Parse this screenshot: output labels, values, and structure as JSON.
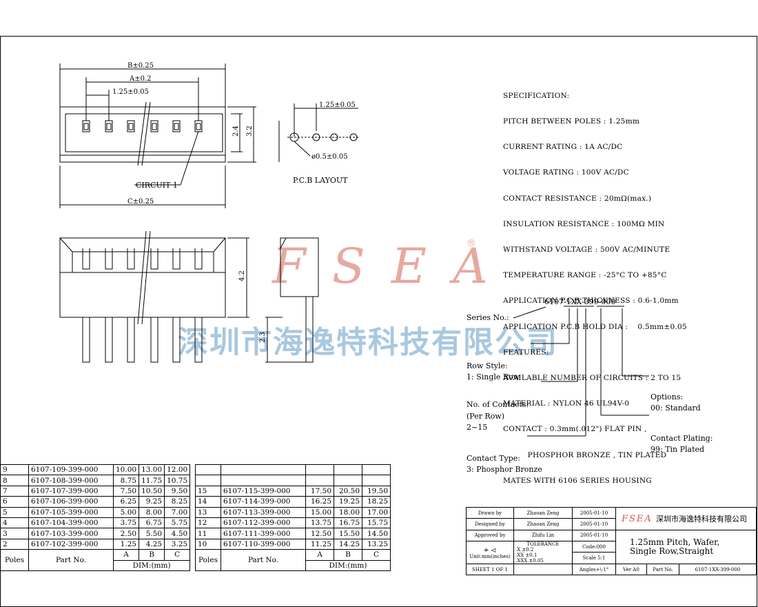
{
  "brand": {
    "logo_text": "F S E A",
    "registered": "®",
    "watermark_cn": "深圳市海逸特科技有限公司",
    "accent_red": "#e8a8a0",
    "accent_blue": "#a8c8e0"
  },
  "drawing": {
    "top_view": {
      "dim_b": "B±0.25",
      "dim_a": "A±0.2",
      "dim_pitch": "1.25±0.05",
      "dim_c": "C±0.25",
      "dim_24": "2.4",
      "dim_32": "3.2",
      "circuit_label": "CIRCUIT 1"
    },
    "pcb": {
      "pitch": "1.25±0.05",
      "hole": "ø0.5±0.05",
      "label": "P.C.B LAYOUT"
    },
    "front_view": {
      "dim_42": "4.2",
      "dim_23": "2.3"
    }
  },
  "specification": [
    "SPECIFICATION:",
    "PITCH BETWEEN POLES : 1.25mm",
    "CURRENT RATING : 1A AC/DC",
    "VOLTAGE RATING : 100V AC/DC",
    "CONTACT RESISTANCE : 20mΩ(max.)",
    "INSULATION RESISTANCE : 100MΩ MIN",
    "WITHSTAND VOLTAGE : 500V AC/MINUTE",
    "TEMPERATURE RANGE : -25°C TO +85°C",
    "APPLICATION P.C.B THICKNESS : 0.6-1.0mm",
    "APPLICATION P.C.B HOLD DIA :    0.5mm±0.05",
    "FEATURES:",
    "AVAILABLE NUMBER OF CIRCUITS : 2 TO 15",
    "MATERIAL : NYLON 46 UL94V-0",
    "CONTACT : 0.3mm(.012\") FLAT PIN ,",
    "          PHOSPHOR BRONZE , TIN PLATED",
    "MATES WITH 6106 SERIES HOUSING"
  ],
  "part_number": {
    "code": "6107-1XX-399-000",
    "series_label": "Series No.:",
    "row_style": [
      "Row Style:",
      "1: Single Row"
    ],
    "contacts": [
      "No. of Contacts:",
      "(Per Row)",
      "2~15"
    ],
    "contact_type": [
      "Contact Type:",
      "3: Phosphor Bronze"
    ],
    "options": [
      "Options:",
      "00: Standard"
    ],
    "plating": [
      "Contact Plating:",
      "99: Tin Plated"
    ]
  },
  "table_left": {
    "rows": [
      [
        "9",
        "6107-109-399-000",
        "10.00",
        "13.00",
        "12.00"
      ],
      [
        "8",
        "6107-108-399-000",
        "8.75",
        "11.75",
        "10.75"
      ],
      [
        "7",
        "6107-107-399-000",
        "7.50",
        "10.50",
        "9.50"
      ],
      [
        "6",
        "6107-106-399-000",
        "6.25",
        "9.25",
        "8.25"
      ],
      [
        "5",
        "6107-105-399-000",
        "5.00",
        "8.00",
        "7.00"
      ],
      [
        "4",
        "6107-104-399-000",
        "3.75",
        "6.75",
        "5.75"
      ],
      [
        "3",
        "6107-103-399-000",
        "2.50",
        "5.50",
        "4.50"
      ],
      [
        "2",
        "6107-102-399-000",
        "1.25",
        "4.25",
        "3.25"
      ]
    ],
    "header": {
      "poles": "Poles",
      "part": "Part No.",
      "a": "A",
      "b": "B",
      "c": "C",
      "dim": "DIM:(mm)"
    }
  },
  "table_right": {
    "rows": [
      [
        "15",
        "6107-115-399-000",
        "17.50",
        "20.50",
        "19.50"
      ],
      [
        "14",
        "6107-114-399-000",
        "16.25",
        "19.25",
        "18.25"
      ],
      [
        "13",
        "6107-113-399-000",
        "15.00",
        "18.00",
        "17.00"
      ],
      [
        "12",
        "6107-112-399-000",
        "13.75",
        "16.75",
        "15.75"
      ],
      [
        "11",
        "6107-111-399-000",
        "12.50",
        "15.50",
        "14.50"
      ],
      [
        "10",
        "6107-110-399-000",
        "11.25",
        "14.25",
        "13.25"
      ]
    ],
    "header": {
      "poles": "Poles",
      "part": "Part No.",
      "a": "A",
      "b": "B",
      "c": "C",
      "dim": "DIM:(mm)"
    }
  },
  "title_block": {
    "drawn_label": "Drawn  by",
    "drawn_name": "Zhaoan Zeng",
    "drawn_date": "2005-01-10",
    "designed_label": "Designed by",
    "designed_name": "Zhaoan Zeng",
    "designed_date": "2005-01-10",
    "approved_label": "Approved by",
    "approved_name": "Zhifu Lin",
    "approved_date": "2005-01-10",
    "logo": "FSEA",
    "company": "深圳市海逸特科技有限公司",
    "tolerance": "TOLERANCE",
    "tol_x": ".X     ±0.2",
    "tol_xx": ".XX    ±0.1",
    "tol_xxx": ".XXX   ±0.05",
    "code": "Code:000",
    "scale": "Scale 5:1",
    "angles": "Angles+\\-1°",
    "units": "Unit:mm(inches)",
    "sheet": "SHEET 1 OF 1",
    "title1": "1.25mm Pitch, Wafer,",
    "title2": "Single Row,Straight",
    "ver": "Ver A0",
    "part_label": "Part No.",
    "part_no": "6107-1XX-399-000"
  }
}
